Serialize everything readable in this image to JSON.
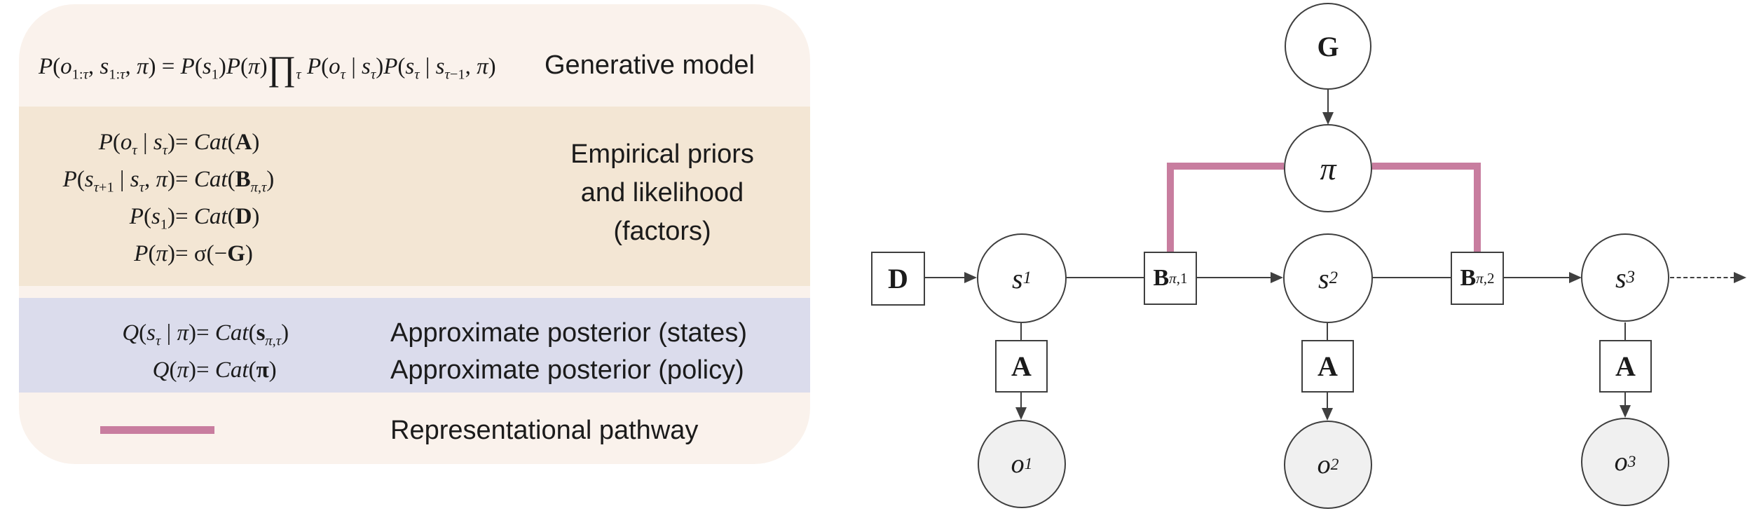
{
  "colors": {
    "cream": "#faf2ec",
    "tan": "#f3e6d4",
    "lavender": "#dbdcec",
    "pink": "#c87d9f",
    "stroke": "#3f3f3f",
    "obsfill": "#f0f0f0"
  },
  "panel": {
    "generative": {
      "equation": "<i>P</i>(<i>o</i><sub>1:<i>τ</i></sub>, <i>s</i><sub>1:<i>τ</i></sub>, <i>π</i>) = <i>P</i>(<i>s</i><sub>1</sub>)<i>P</i>(<i>π</i>)<span class='prod'>∏</span><sub><i>τ</i></sub> <i>P</i>(<i>o</i><sub><i>τ</i></sub> | <i>s</i><sub><i>τ</i></sub>)<i>P</i>(<i>s</i><sub><i>τ</i></sub> | <i>s</i><sub><i>τ</i>−1</sub>, <i>π</i>)",
      "label": "Generative model"
    },
    "priors": {
      "equations": [
        {
          "lhs": "<i>P</i>(<i>o</i><sub><i>τ</i></sub> | <i>s</i><sub><i>τ</i></sub>)",
          "rhs": "= <i>Cat</i>(<b>A</b>)"
        },
        {
          "lhs": "<i>P</i>(<i>s</i><sub><i>τ</i>+1</sub> | <i>s</i><sub><i>τ</i></sub>, <i>π</i>)",
          "rhs": "= <i>Cat</i>(<b>B</b><sub><i>π</i>,<i>τ</i></sub>)"
        },
        {
          "lhs": "<i>P</i>(<i>s</i><sub>1</sub>)",
          "rhs": "= <i>Cat</i>(<b>D</b>)"
        },
        {
          "lhs": "<i>P</i>(<i>π</i>)",
          "rhs": "= σ(−<b>G</b>)"
        }
      ],
      "label_lines": [
        "Empirical priors",
        "and likelihood",
        "(factors)"
      ]
    },
    "posterior": {
      "equations": [
        {
          "lhs": "<i>Q</i>(<i>s</i><sub><i>τ</i></sub> | <i>π</i>)",
          "rhs": "= <i>Cat</i>(<b>s</b><sub><i>π</i>,<i>τ</i></sub>)"
        },
        {
          "lhs": "<i>Q</i>(<i>π</i>)",
          "rhs": "= <i>Cat</i>(<b>π</b>)"
        }
      ],
      "labels": [
        "Approximate posterior (states)",
        "Approximate posterior (policy)"
      ]
    },
    "legend": {
      "label": "Representational pathway"
    }
  },
  "diagram": {
    "nodes": {
      "G": {
        "label": "<b>G</b>"
      },
      "pi": {
        "label": "π"
      },
      "D": {
        "label": "<b>D</b>"
      },
      "s1": {
        "label": "<i>s</i><sub>1</sub>"
      },
      "s2": {
        "label": "<i>s</i><sub>2</sub>"
      },
      "s3": {
        "label": "<i>s</i><sub>3</sub>"
      },
      "B1": {
        "label": "<b>B</b><sub><i>π</i>,1</sub>"
      },
      "B2": {
        "label": "<b>B</b><sub><i>π</i>,2</sub>"
      },
      "A1": {
        "label": "<b>A</b>"
      },
      "A2": {
        "label": "<b>A</b>"
      },
      "A3": {
        "label": "<b>A</b>"
      },
      "o1": {
        "label": "<i>o</i><sub>1</sub>"
      },
      "o2": {
        "label": "<i>o</i><sub>2</sub>"
      },
      "o3": {
        "label": "<i>o</i><sub>3</sub>"
      }
    }
  }
}
